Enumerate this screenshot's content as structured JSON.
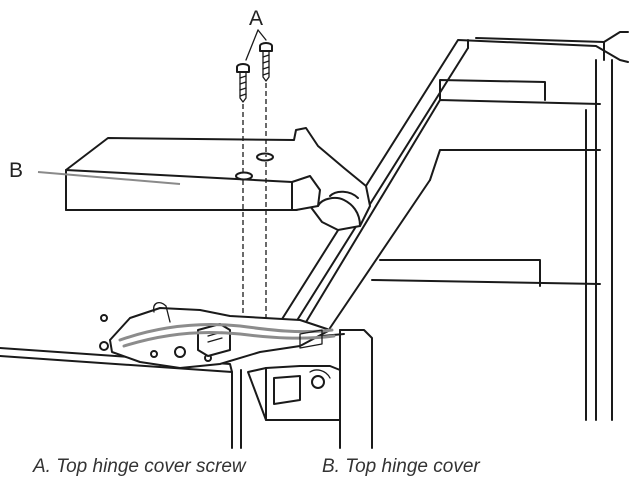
{
  "callouts": {
    "a": "A",
    "b": "B"
  },
  "captions": {
    "a": "A. Top hinge cover screw",
    "b": "B. Top hinge cover"
  }
}
